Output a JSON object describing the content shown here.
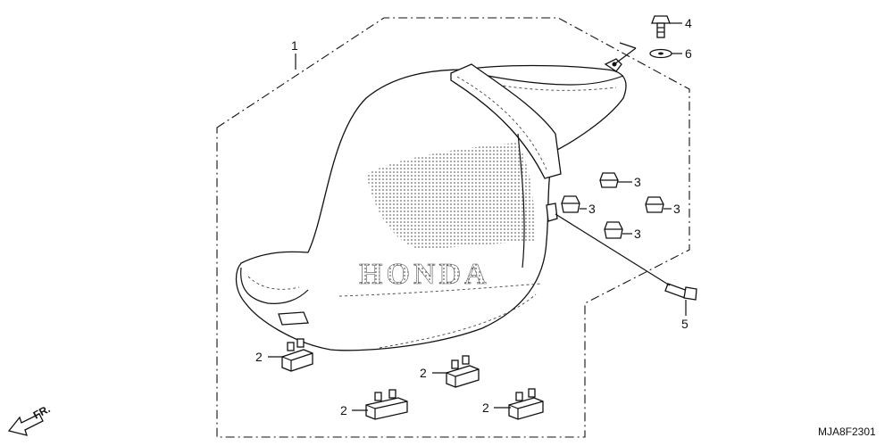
{
  "diagram_code": "MJA8F2301",
  "direction_label": "FR.",
  "logo_text": "HONDA",
  "callouts": [
    {
      "id": "c1",
      "label": "1"
    },
    {
      "id": "c2a",
      "label": "2"
    },
    {
      "id": "c2b",
      "label": "2"
    },
    {
      "id": "c2c",
      "label": "2"
    },
    {
      "id": "c2d",
      "label": "2"
    },
    {
      "id": "c3a",
      "label": "3"
    },
    {
      "id": "c3b",
      "label": "3"
    },
    {
      "id": "c3c",
      "label": "3"
    },
    {
      "id": "c3d",
      "label": "3"
    },
    {
      "id": "c4",
      "label": "4"
    },
    {
      "id": "c5",
      "label": "5"
    },
    {
      "id": "c6",
      "label": "6"
    }
  ]
}
